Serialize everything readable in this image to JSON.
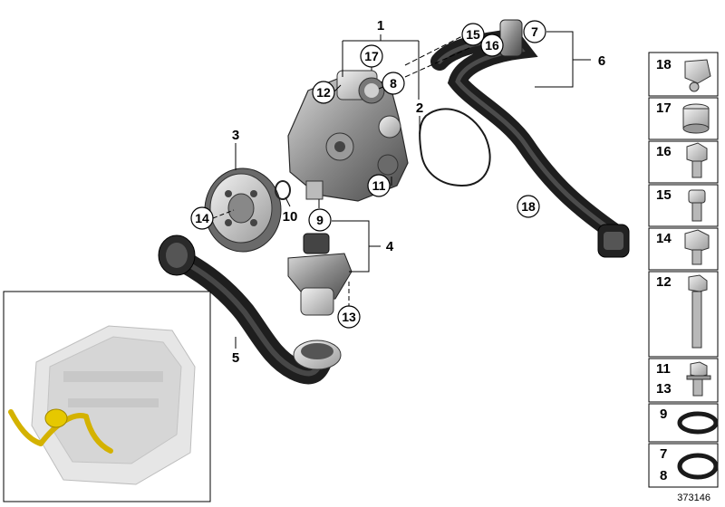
{
  "diagram_id": "373146",
  "callouts": {
    "c7": "7",
    "c8": "8",
    "c9": "9",
    "c11": "11",
    "c12": "12",
    "c13": "13",
    "c14": "14",
    "c15": "15",
    "c16": "16",
    "c17": "17",
    "c18": "18"
  },
  "labels": {
    "l1": "1",
    "l2": "2",
    "l3": "3",
    "l4": "4",
    "l5": "5",
    "l6": "6",
    "l10": "10"
  },
  "legend": [
    {
      "num": "18",
      "icon": "clamp-icon"
    },
    {
      "num": "17",
      "icon": "sleeve-icon"
    },
    {
      "num": "16",
      "icon": "hex-bolt-icon"
    },
    {
      "num": "15",
      "icon": "socket-screw-icon"
    },
    {
      "num": "14",
      "icon": "hex-bolt-icon"
    },
    {
      "num": "12",
      "icon": "long-bolt-icon"
    },
    {
      "num": "11",
      "num2": "13",
      "icon": "flange-bolt-icon"
    },
    {
      "num": "9",
      "icon": "seal-ring-icon"
    },
    {
      "num": "7",
      "num2": "8",
      "icon": "seal-ring-icon"
    }
  ]
}
